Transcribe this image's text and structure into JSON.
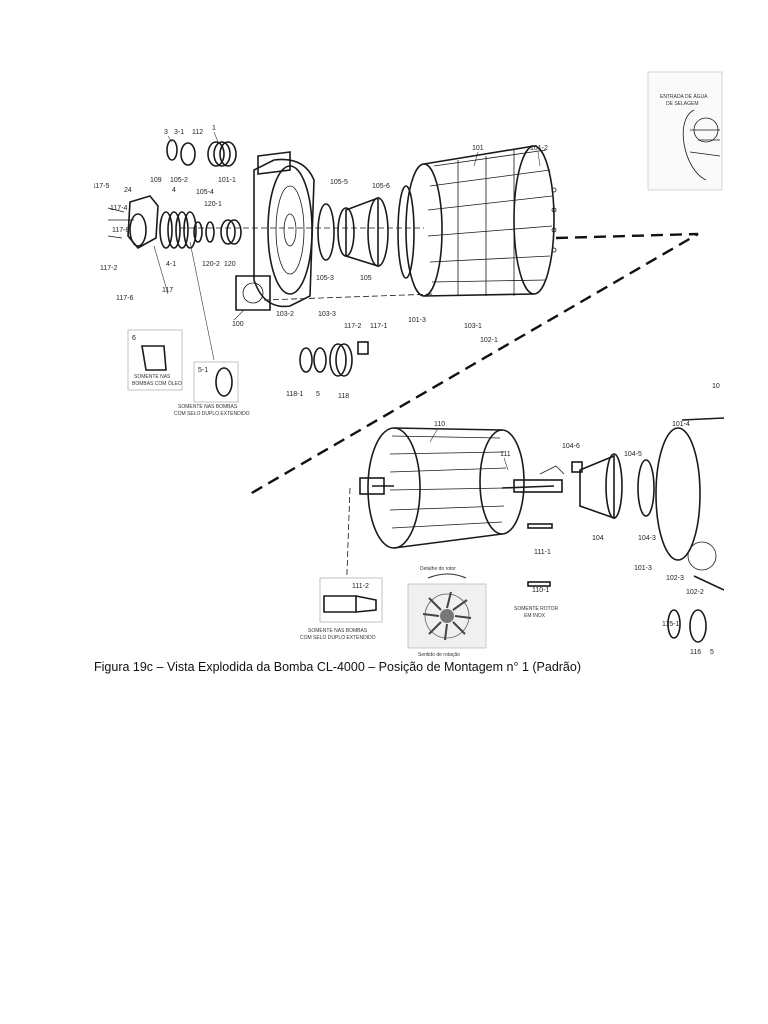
{
  "caption": "Figura 19c – Vista Explodida da Bomba CL-4000 – Posição de Montagem n° 1 (Padrão)",
  "labels": {
    "l3": "3",
    "l3_1": "3-1",
    "l112": "112",
    "l1": "1",
    "l109": "109",
    "l105_2": "105-2",
    "l105_4": "105-4",
    "l101_1": "101-1",
    "l117_5": "117-5",
    "l24": "24",
    "l4": "4",
    "l117_4": "117-4",
    "l117_8": "117-8",
    "l120_1": "120-1",
    "l4_1": "4-1",
    "l120_2": "120-2",
    "l120": "120",
    "l117_2a": "117-2",
    "l117_6": "117-6",
    "l117": "117",
    "l100": "100",
    "l103_2": "103-2",
    "l103_3": "103-3",
    "l105_5": "105-5",
    "l105_6": "105-6",
    "l105_3": "105-3",
    "l105": "105",
    "l101": "101",
    "l101_2": "101-2",
    "l101_3": "101-3",
    "l103_1": "103-1",
    "l102_1": "102-1",
    "l117_2b": "117-2",
    "l117_1": "117-1",
    "l118_1": "118-1",
    "l5a": "5",
    "l118": "118",
    "l6": "6",
    "l5_1": "5-1",
    "l110": "110",
    "l111": "111",
    "l104_6": "104-6",
    "l104_5": "104-5",
    "l104_3": "104-3",
    "l104": "104",
    "l101_4": "101-4",
    "l10x": "10",
    "l101_3b": "101-3",
    "l102_3": "102-3",
    "l102_2": "102-2",
    "l111_1": "111-1",
    "l110_1": "110-1",
    "l111_2": "111-2",
    "l115_1": "115-1",
    "l116": "116",
    "l5b": "5"
  },
  "notes": {
    "oil_only_1": "SOMENTE NAS",
    "oil_only_2": "BOMBAS COM ÓLEO",
    "double_seal_1": "SOMENTE NAS BOMBAS",
    "double_seal_2": "COM SELO DUPLO EXTENDIDO",
    "ss_rotor_1": "SOMENTE ROTOR",
    "ss_rotor_2": "EM INOX",
    "double_cone_1": "SOMENTE NAS BOMBAS",
    "double_cone_2": "COM SELO DUPLO EXTENDIDO",
    "rotor_detail": "Detalhe do rotor",
    "rotation": "Sentido de rotação",
    "seal_water_1": "ENTRADA DE ÁGUA",
    "seal_water_2": "DE SELAGEM"
  }
}
